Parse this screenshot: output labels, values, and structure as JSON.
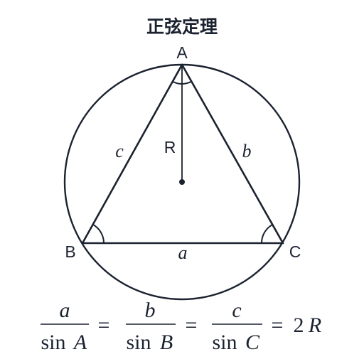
{
  "title": "正弦定理",
  "vertices": {
    "A": "A",
    "B": "B",
    "C": "C"
  },
  "sides": {
    "a": "a",
    "b": "b",
    "c": "c"
  },
  "radius_label": "R",
  "formula": {
    "fractions": [
      {
        "numerator": "a",
        "den_fn": "sin",
        "den_var": "A"
      },
      {
        "numerator": "b",
        "den_fn": "sin",
        "den_var": "B"
      },
      {
        "numerator": "c",
        "den_fn": "sin",
        "den_var": "C"
      }
    ],
    "equals": "=",
    "result_coef": "2",
    "result_var": "R"
  },
  "colors": {
    "stroke": "#1b2230",
    "background": "#ffffff"
  }
}
